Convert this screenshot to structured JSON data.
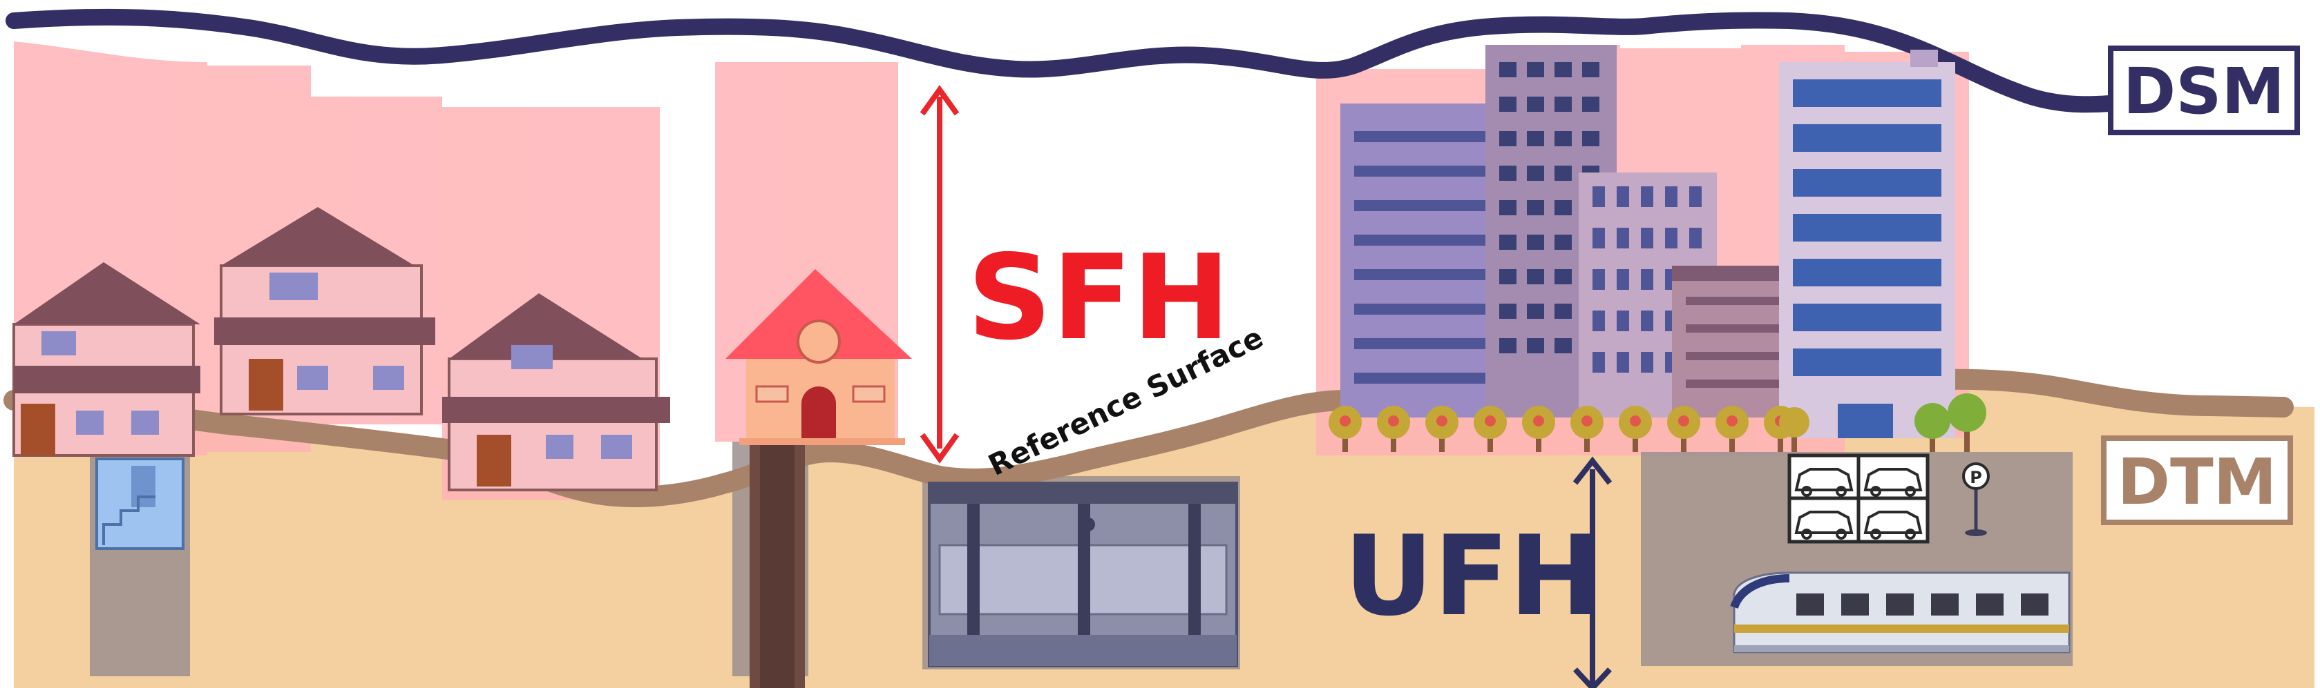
{
  "labels": {
    "dsm": "DSM",
    "dtm": "DTM",
    "sfh": "SFH",
    "ufh": "UFH",
    "reference_surface": "Reference Surface",
    "parking_sign": "P"
  },
  "colors": {
    "dsm_line": "#332f64",
    "dtm_line": "#a9826a",
    "ground_fill": "#f4cf9f",
    "surface_volume": "#ffb3b6",
    "underground_volume": "#9b8f8e",
    "sfh_text": "#ee1c25",
    "sfh_arrow": "#e8262b",
    "ufh_text": "#2d3061",
    "ufh_arrow": "#2d3061"
  },
  "icons": [
    "house-icon",
    "building-icon",
    "tree-icon",
    "subway-station-icon",
    "train-icon",
    "car-icon",
    "parking-sign-icon",
    "well-icon",
    "staircase-icon"
  ]
}
